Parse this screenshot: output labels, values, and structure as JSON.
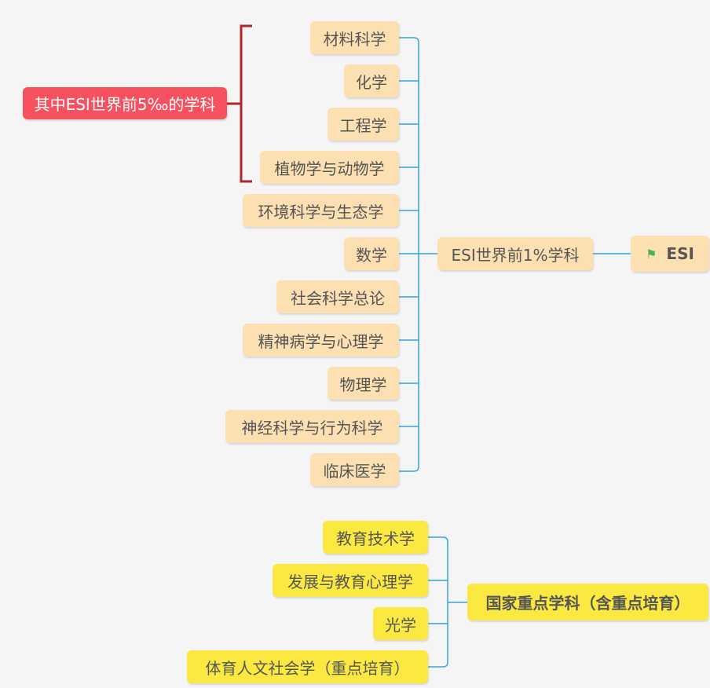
{
  "esi": {
    "root_label": "ESI",
    "root_icon": "flag-icon",
    "branch_label": "ESI世界前1%学科",
    "subjects": [
      "材料科学",
      "化学",
      "工程学",
      "植物学与动物学",
      "环境科学与生态学",
      "数学",
      "社会科学总论",
      "精神病学与心理学",
      "物理学",
      "神经科学与行为科学",
      "临床医学"
    ],
    "summary_label": "其中ESI世界前5‰的学科"
  },
  "national": {
    "root_label": "国家重点学科（含重点培育）",
    "subjects": [
      "教育技术学",
      "发展与教育心理学",
      "光学",
      "体育人文社会学（重点培育）"
    ]
  },
  "colors": {
    "peach": "#fde0b2",
    "yellow": "#fbe941",
    "red": "#f5515f",
    "connector_blue": "#3aa1e0",
    "bracket_red": "#b2262a",
    "flag_green": "#47b35e"
  }
}
